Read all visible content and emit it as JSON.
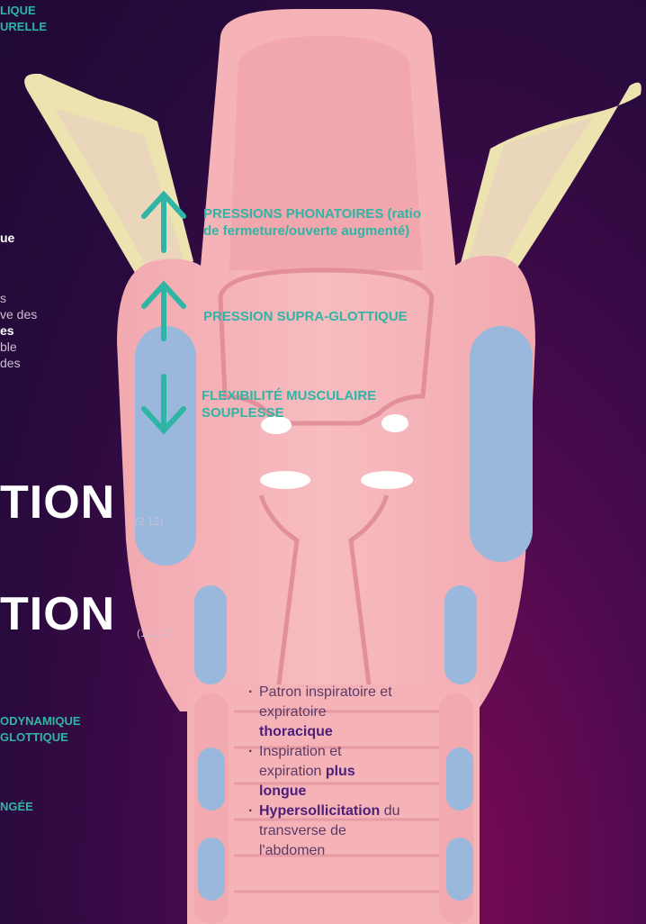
{
  "left_partial": {
    "top_line1": "LIQUE",
    "top_line2": "URELLE",
    "que": "ue",
    "para_line1": "s",
    "para_line2": "ve des",
    "para_line3": "es",
    "para_line4": "ble",
    "para_line5": "des",
    "big1": "TION",
    "big1_cite": "(2,12)",
    "big2": "TION",
    "big2_cite": "(1,2,12)",
    "aero_line1": "ODYNAMIQUE",
    "aero_line2": "GLOTTIQUE",
    "ngee": "NGÉE"
  },
  "annotations": [
    {
      "line1": "PRESSIONS PHONATOIRES (ratio",
      "line2": "de fermeture/ouverte augmenté)",
      "arrow": "up"
    },
    {
      "line1": "PRESSION SUPRA-GLOTTIQUE",
      "line2": "",
      "arrow": "up"
    },
    {
      "line1": "FLEXIBILITÉ MUSCULAIRE",
      "line2": "SOUPLESSE",
      "arrow": "down"
    }
  ],
  "bullets": {
    "b1_a": "Patron inspiratoire et",
    "b1_b": "expiratoire",
    "b1_bold": "thoracique",
    "b2_a": "Inspiration et",
    "b2_b": "expiration ",
    "b2_bold1": "plus",
    "b2_bold2": "longue",
    "b3_bold": "Hypersollicitation",
    "b3_a": " du",
    "b3_b": "transverse de",
    "b3_c": "l'abdomen"
  },
  "colors": {
    "accent_teal": "#2fb5a5",
    "tissue_pink": "#f5b3b8",
    "muscle_blue": "#9ab8dc",
    "cartilage_cream": "#ede3b0"
  }
}
